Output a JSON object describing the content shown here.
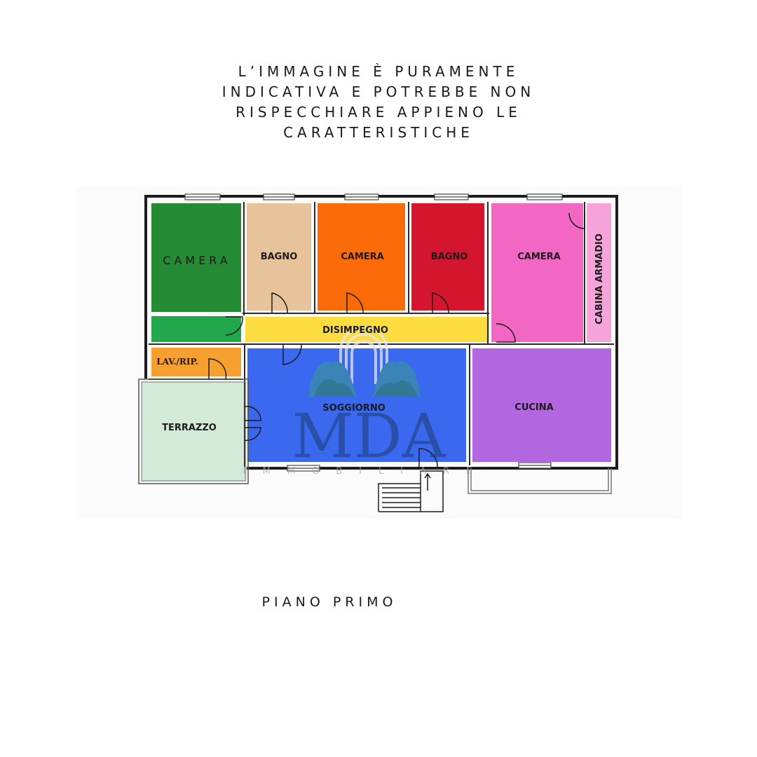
{
  "disclaimer": {
    "line1": "L’IMMAGINE È PURAMENTE",
    "line2": "INDICATIVA E POTREBBE NON",
    "line3": "RISPECCHIARE APPIENO LE",
    "line4": "CARATTERISTICHE"
  },
  "floor": {
    "label": "PIANO PRIMO"
  },
  "rooms": {
    "camera_1": {
      "label": "CAMERA",
      "color": "#258a34"
    },
    "bagno_1": {
      "label": "BAGNO",
      "color": "#e7c39c"
    },
    "camera_2": {
      "label": "CAMERA",
      "color": "#fb6b0a"
    },
    "bagno_2": {
      "label": "BAGNO",
      "color": "#d3152d"
    },
    "camera_3": {
      "label": "CAMERA",
      "color": "#f266c4"
    },
    "cabina": {
      "label": "CABINA ARMADIO",
      "color": "#f5a3d8"
    },
    "disimpegno": {
      "label": "DISIMPEGNO",
      "color": "#fcdc3e"
    },
    "lav_rip": {
      "label": "LAV./RIP.",
      "color": "#f5a030"
    },
    "terrazzo": {
      "label": "TERRAZZO",
      "color": "#d2ead6"
    },
    "soggiorno": {
      "label": "SOGGIORNO",
      "color": "#3a69f0"
    },
    "cucina": {
      "label": "CUCINA",
      "color": "#b266e0"
    }
  },
  "watermark": {
    "brand": "MDA",
    "subtitle": "IMMOBILIARE",
    "color": "#1f3f7a"
  }
}
